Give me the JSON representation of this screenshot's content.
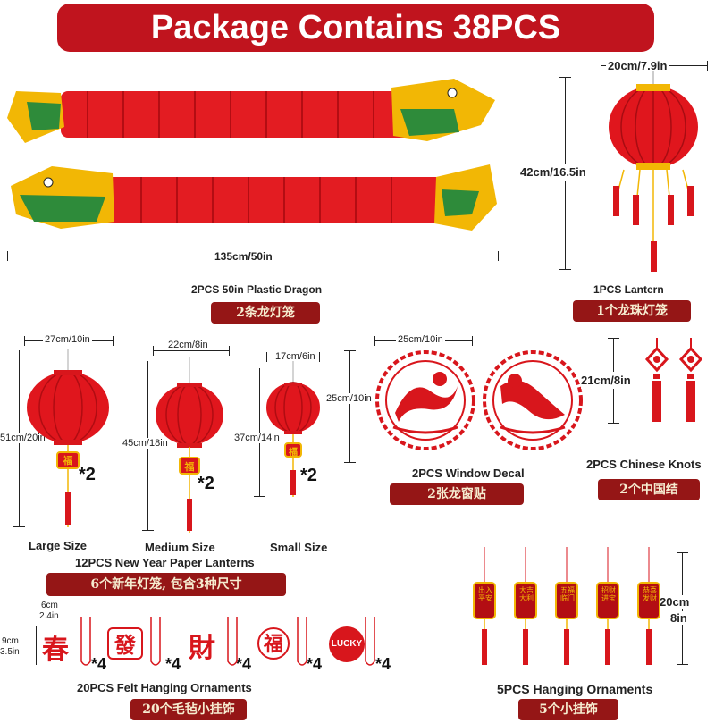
{
  "banner": {
    "title": "Package Contains 38PCS"
  },
  "dragon": {
    "length": "135cm/50in",
    "caption": "2PCS 50in Plastic Dragon",
    "cn": "2条龙灯笼"
  },
  "lantern": {
    "width": "20cm/7.9in",
    "height": "42cm/16.5in",
    "caption": "1PCS Lantern",
    "cn": "1个龙珠灯笼"
  },
  "paper_lanterns": {
    "large": {
      "width": "27cm/10in",
      "height": "51cm/20in",
      "qty": "*2",
      "label": "Large Size",
      "charm": "福"
    },
    "medium": {
      "width": "22cm/8in",
      "height": "45cm/18in",
      "qty": "*2",
      "label": "Medium Size",
      "charm": "福"
    },
    "small": {
      "width": "17cm/6in",
      "height": "37cm/14in",
      "extra_height": "25cm/10in",
      "qty": "*2",
      "label": "Small Size",
      "charm": "福"
    },
    "caption": "12PCS New Year Paper Lanterns",
    "cn": "6个新年灯笼, 包含3种尺寸"
  },
  "window_decal": {
    "width": "25cm/10in",
    "caption": "2PCS Window Decal",
    "cn": "2张龙窗贴"
  },
  "knots": {
    "height": "21cm/8in",
    "caption": "2PCS Chinese Knots",
    "cn": "2个中国结"
  },
  "felt": {
    "width_cm": "6cm",
    "width_in": "2.4in",
    "height_cm": "9cm",
    "height_in": "3.5in",
    "items": [
      {
        "glyph": "春",
        "qty": "*4"
      },
      {
        "glyph": "發",
        "qty": "*4"
      },
      {
        "glyph": "財",
        "qty": "*4"
      },
      {
        "glyph": "福",
        "qty": "*4"
      },
      {
        "glyph": "LUCKY",
        "qty": "*4"
      }
    ],
    "caption": "20PCS Felt Hanging Ornaments",
    "cn": "20个毛毡小挂饰"
  },
  "hanging": {
    "height_cm": "20cm",
    "height_in": "8in",
    "items": [
      "出入平安",
      "大吉大利",
      "五福临门",
      "招财进宝",
      "恭喜发财"
    ],
    "caption": "5PCS Hanging Ornaments",
    "cn": "5个小挂饰"
  },
  "colors": {
    "red": "#d8161c",
    "dark_red": "#951616",
    "banner_red": "#c0141e",
    "gold": "#f2b705",
    "green": "#2e8b3a"
  }
}
